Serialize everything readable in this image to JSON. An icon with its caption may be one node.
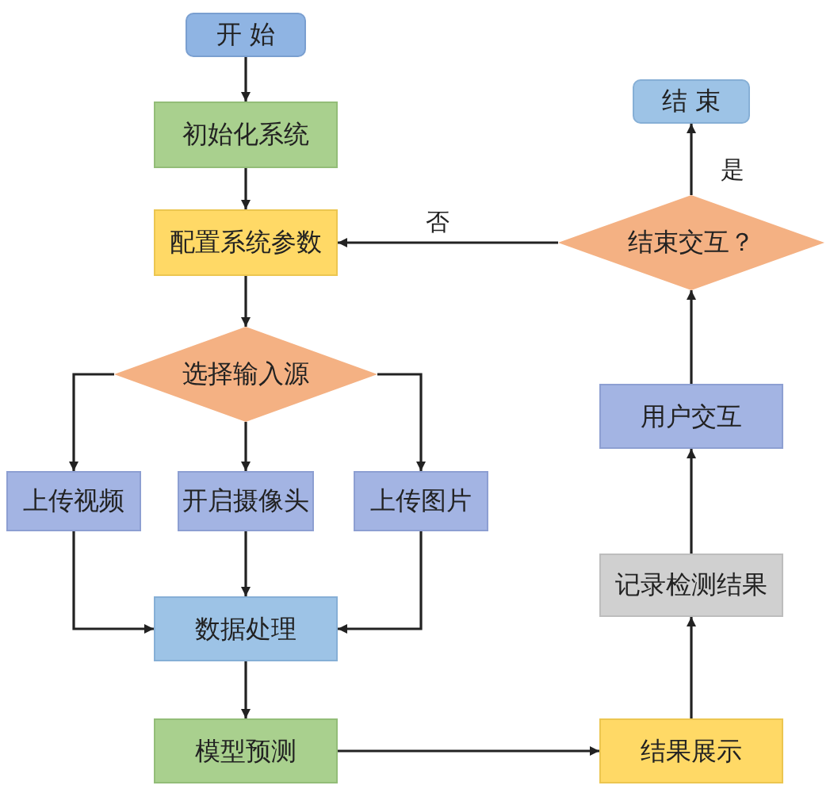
{
  "diagram": {
    "nodes": [
      {
        "text": [
          "开 始"
        ]
      },
      {
        "text": [
          "初始化系统"
        ]
      },
      {
        "text": [
          "配置系统参数"
        ]
      },
      {
        "text": [
          "选择输入源"
        ]
      },
      {
        "text": [
          "上传视频"
        ]
      },
      {
        "text": [
          "开启摄像头"
        ]
      },
      {
        "text": [
          "上传图片"
        ]
      },
      {
        "text": [
          "数据处理"
        ]
      },
      {
        "text": [
          "模型预测"
        ]
      },
      {
        "text": [
          "结果展示"
        ]
      },
      {
        "text": [
          "记录检测结果"
        ]
      },
      {
        "text": [
          "用户交互"
        ]
      },
      {
        "text": [
          "结束交互？"
        ]
      },
      {
        "text": [
          "结 束"
        ]
      }
    ],
    "edges": [
      {
        "from": 0,
        "to": 1,
        "arrow": "to"
      },
      {
        "from": 1,
        "to": 2,
        "arrow": "to"
      },
      {
        "from": 2,
        "to": 3,
        "arrow": "to"
      },
      {
        "from": 3,
        "to": 4,
        "arrow": "to"
      },
      {
        "from": 3,
        "to": 5,
        "arrow": "to"
      },
      {
        "from": 3,
        "to": 6,
        "arrow": "to"
      },
      {
        "from": 4,
        "to": 7,
        "arrow": "to"
      },
      {
        "from": 5,
        "to": 7,
        "arrow": "to"
      },
      {
        "from": 6,
        "to": 7,
        "arrow": "to"
      },
      {
        "from": 7,
        "to": 8,
        "arrow": "to"
      },
      {
        "from": 8,
        "to": 9,
        "arrow": "to"
      },
      {
        "from": 9,
        "to": 10,
        "arrow": "to"
      },
      {
        "from": 10,
        "to": 11,
        "arrow": "to"
      },
      {
        "from": 11,
        "to": 12,
        "arrow": "to"
      },
      {
        "from": 12,
        "to": 13,
        "label": "是",
        "arrow": "to"
      },
      {
        "from": 12,
        "to": 2,
        "label": "否",
        "arrow": "to"
      }
    ]
  }
}
